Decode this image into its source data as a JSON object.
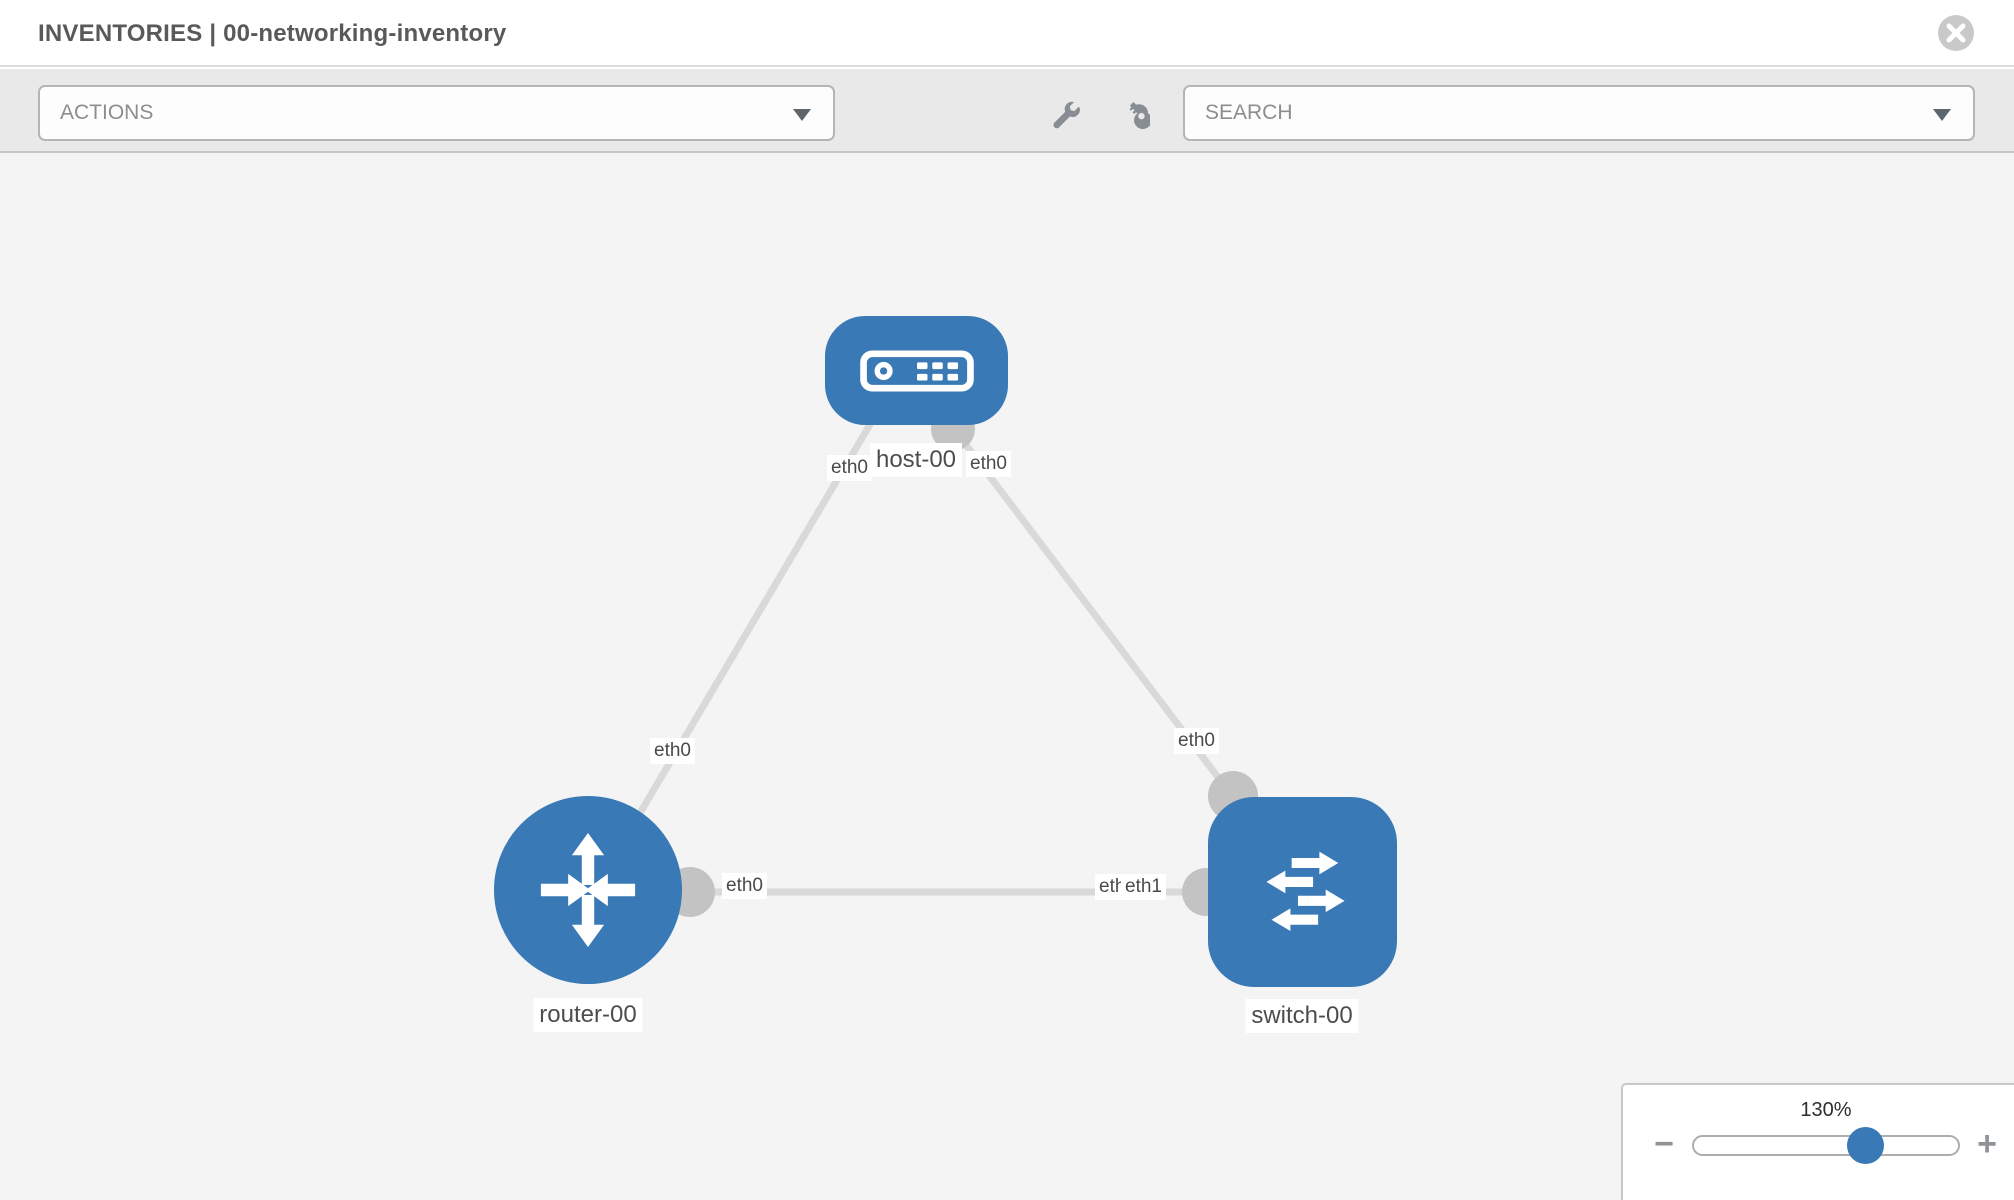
{
  "header": {
    "title": "INVENTORIES | 00-networking-inventory",
    "close_icon": "x-circle"
  },
  "toolbar": {
    "actions_dropdown": {
      "label": "ACTIONS",
      "caret_icon": "chevron-down"
    },
    "tools": [
      {
        "icon": "wrench-icon"
      },
      {
        "icon": "key-icon"
      }
    ],
    "search_dropdown": {
      "label": "SEARCH",
      "caret_icon": "chevron-down"
    }
  },
  "canvas": {
    "nodes": [
      {
        "label": "host-00",
        "type": "host",
        "icon": "server-icon"
      },
      {
        "label": "router-00",
        "type": "router",
        "icon": "router-arrows-icon"
      },
      {
        "label": "switch-00",
        "type": "switch",
        "icon": "switch-arrows-icon"
      }
    ],
    "links": [
      {
        "from": "host-00",
        "to": "router-00",
        "from_interface": "eth0",
        "to_interface": "eth0"
      },
      {
        "from": "host-00",
        "to": "switch-00",
        "from_interface": "eth0",
        "to_interface": "eth0"
      },
      {
        "from": "router-00",
        "to": "switch-00",
        "from_interface": "eth0",
        "to_interface": "eth1"
      }
    ],
    "interface_labels": {
      "host_left": "eth0",
      "host_right": "eth0",
      "router_top": "eth0",
      "router_right": "eth0",
      "switch_left_back": "eth0",
      "switch_left_front": "eth1",
      "switch_top": "eth0"
    }
  },
  "zoom_control": {
    "value": "130%",
    "minus_symbol": "−",
    "plus_symbol": "+"
  },
  "colors": {
    "node_blue": "#3879b6",
    "port_gray": "#c3c3c3",
    "edge_gray": "#d9d9d9",
    "toolbar_bg": "#e9e9e9",
    "canvas_bg": "#f4f4f4"
  }
}
